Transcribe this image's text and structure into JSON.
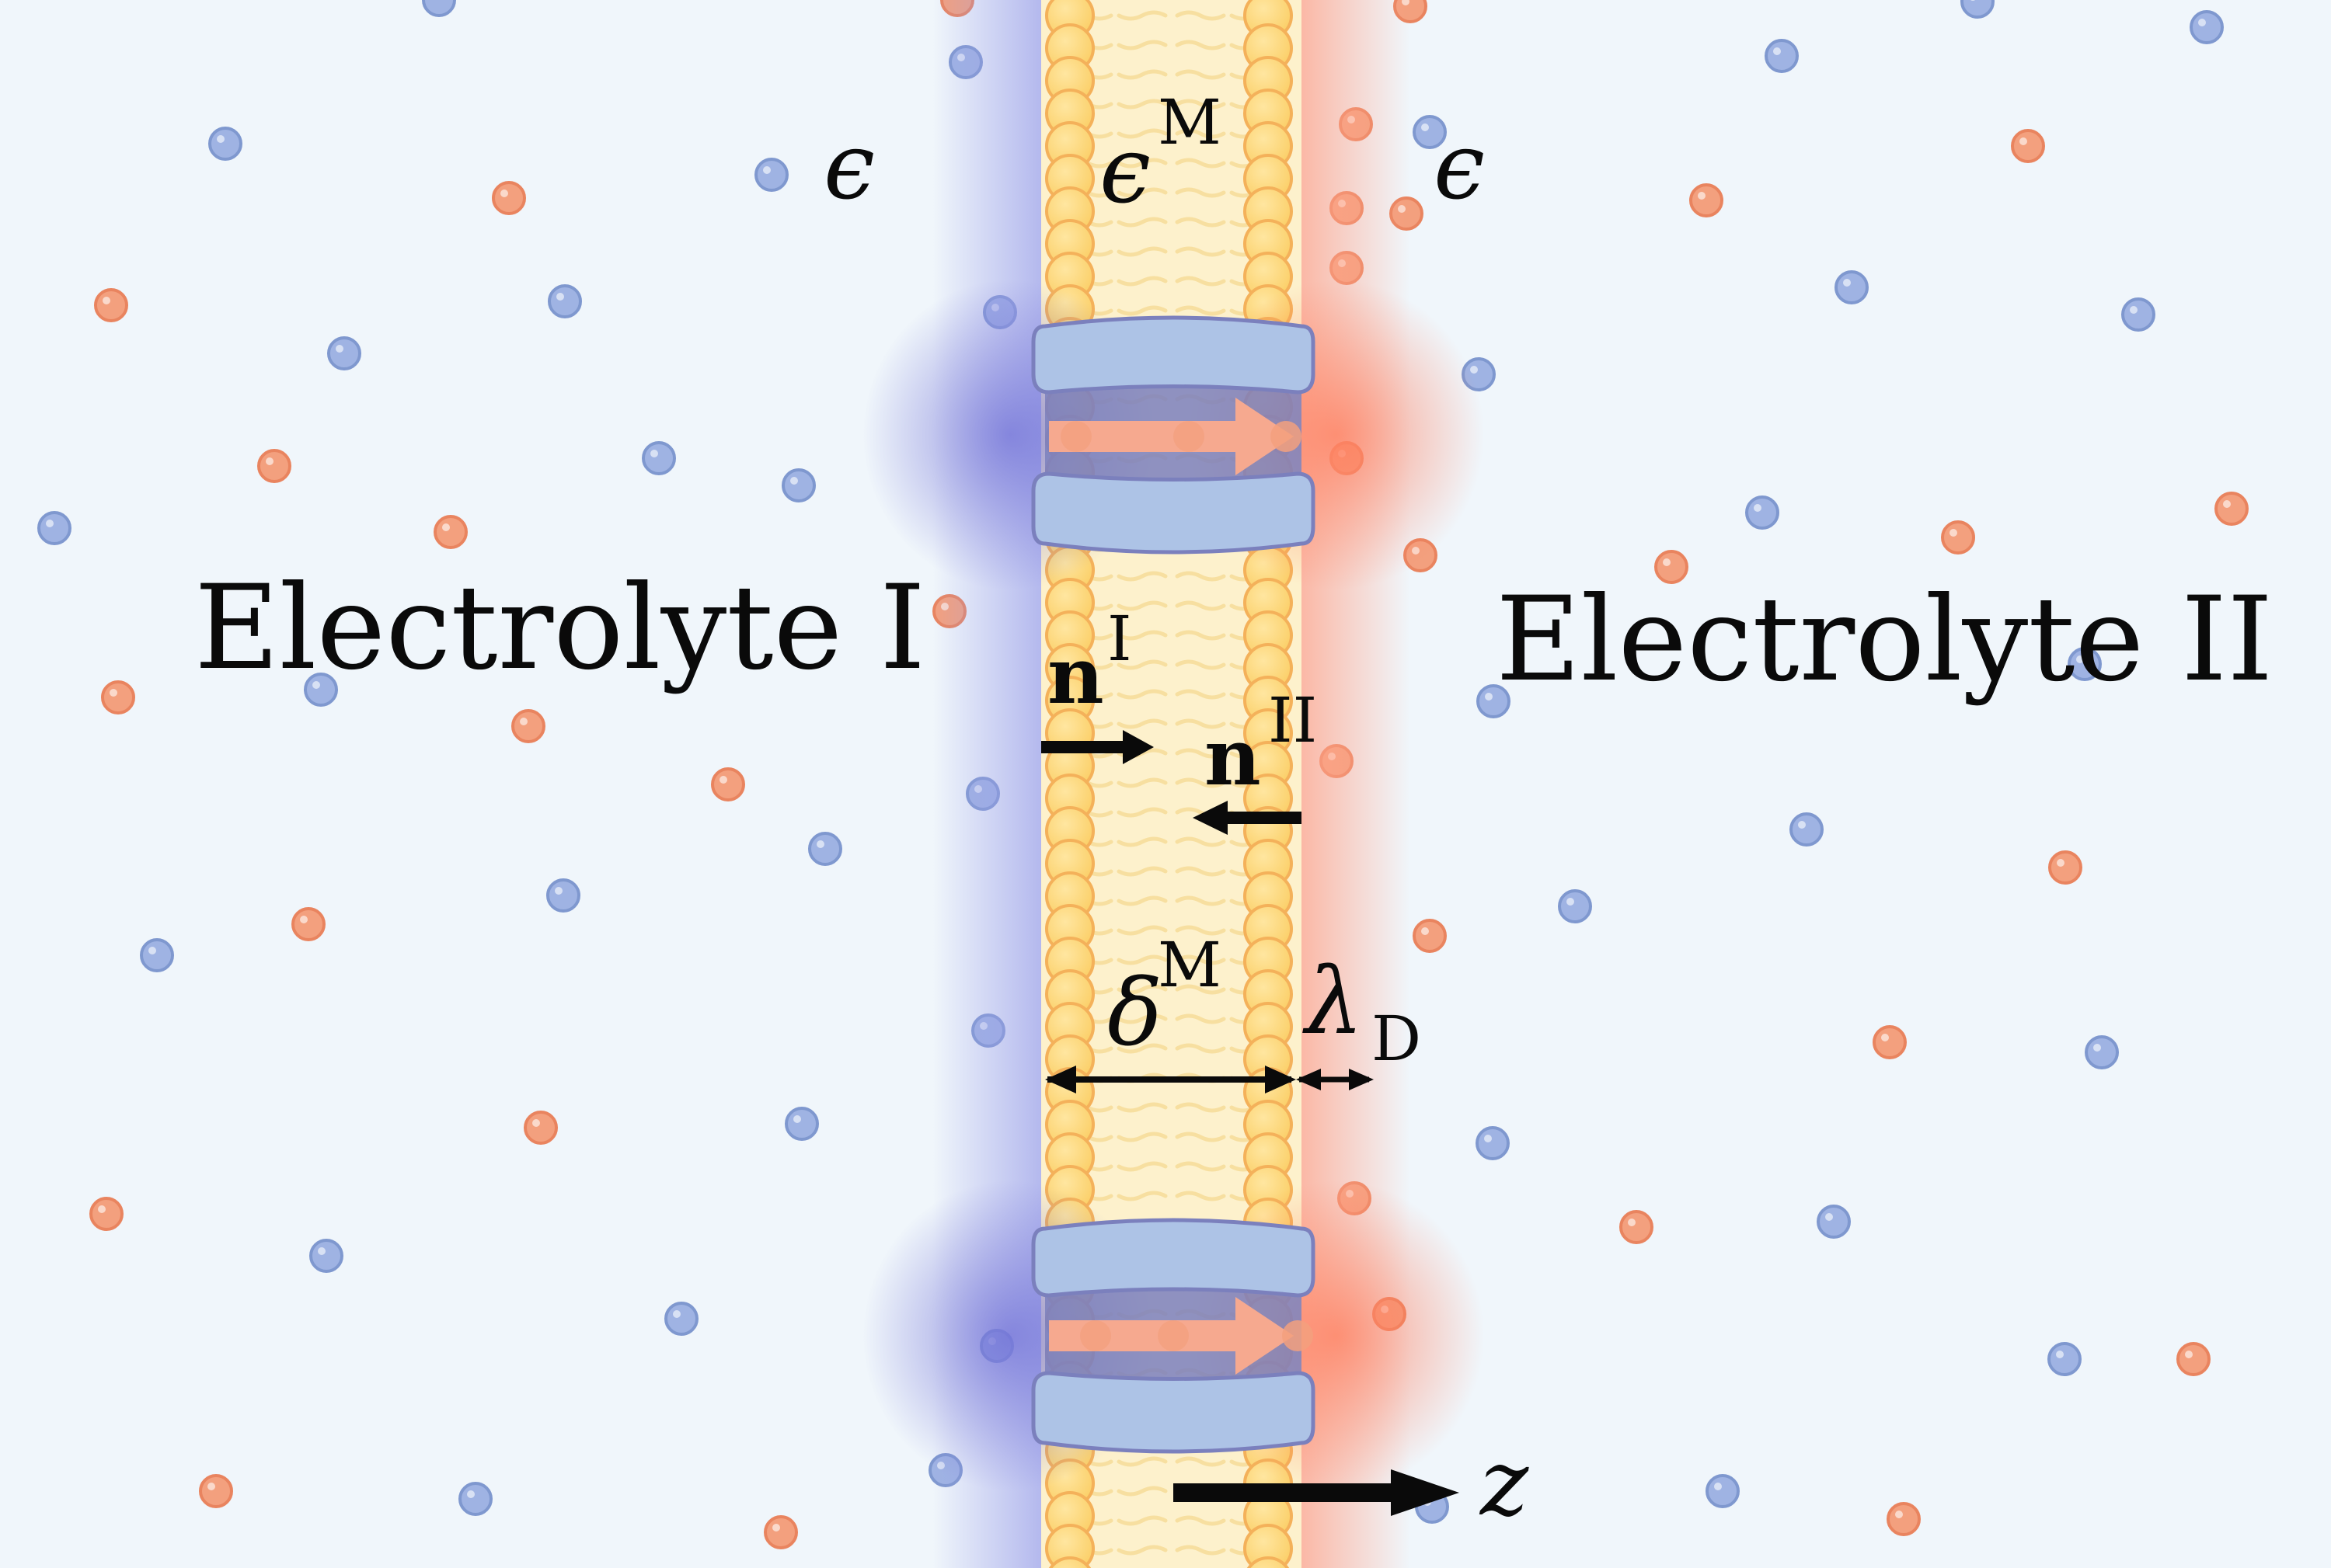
{
  "regions": {
    "left_label": "Electrolyte I",
    "right_label": "Electrolyte II"
  },
  "permittivity": {
    "left": "ϵ",
    "membrane_base": "ϵ",
    "membrane_sup": "M",
    "right": "ϵ"
  },
  "normals": {
    "left_base": "n",
    "left_sup": "I",
    "right_base": "n",
    "right_sup": "II"
  },
  "dimensions": {
    "thickness_base": "δ",
    "thickness_sup": "M",
    "debye_base": "λ",
    "debye_sub": "D"
  },
  "axis": {
    "label": "z"
  },
  "colors": {
    "background": "#f0f6fb",
    "anion": "#9fb3e3",
    "cation": "#f3a07e",
    "lipid_head": "#fbd56f",
    "lipid_core": "#fdf1cc",
    "channel": "#adc3e6",
    "channel_edge": "#7b80bd",
    "flux_arrow": "#f6a98f"
  }
}
